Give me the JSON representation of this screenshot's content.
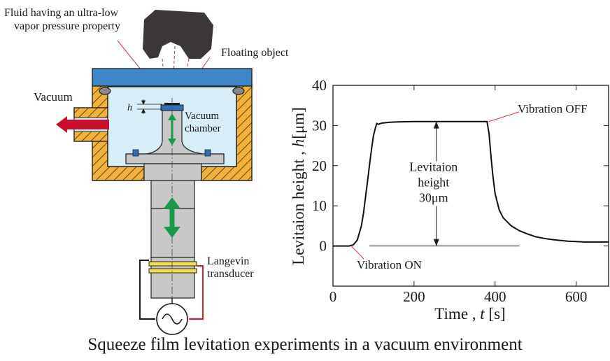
{
  "diagram": {
    "labels": {
      "fluid_line1": "Fluid having an ultra-low",
      "fluid_line2": "vapor pressure property",
      "floating_object": "Floating object",
      "vacuum": "Vacuum",
      "h": "h",
      "vacuum_chamber_line1": "Vacuum",
      "vacuum_chamber_line2": "chamber",
      "langevin_line1": "Langevin",
      "langevin_line2": "transducer"
    },
    "colors": {
      "lid_blue": "#3f86c8",
      "chamber_fill": "#d7eef8",
      "hatch_orange": "#f2b13a",
      "arrow_green": "#1a9a48",
      "vacuum_arrow_red": "#c8102e",
      "transducer_yellow": "#f3e04a",
      "metal_gray": "#c8c8c8",
      "wire_red": "#d4202c",
      "object_dark": "#3b3738"
    }
  },
  "chart_data": {
    "type": "line",
    "title": "",
    "xlabel_main": "Time",
    "xlabel_var": "t",
    "xlabel_unit": "[s]",
    "ylabel_main": "Levitaion height",
    "ylabel_var": "h",
    "ylabel_unit": "[μm]",
    "xlim": [
      0,
      680
    ],
    "ylim": [
      -10,
      40
    ],
    "xticks": [
      0,
      200,
      400,
      600
    ],
    "yticks": [
      0,
      10,
      20,
      30,
      40
    ],
    "grid": false,
    "series": [
      {
        "x": [
          0,
          20,
          40,
          50,
          60,
          70,
          75,
          80,
          85,
          90,
          95,
          100,
          105,
          108,
          112,
          120,
          140,
          160,
          200,
          250,
          300,
          350,
          380,
          385,
          390,
          395,
          400,
          410,
          420,
          440,
          460,
          480,
          500,
          520,
          540,
          560,
          580,
          600,
          620,
          640,
          660,
          680
        ],
        "y": [
          0,
          0,
          0,
          0.3,
          1.5,
          5,
          8,
          12,
          16,
          20,
          24,
          27.5,
          29.5,
          30.5,
          30.3,
          30.6,
          30.8,
          30.9,
          31,
          31,
          31,
          31,
          31,
          28,
          22,
          17,
          13,
          9,
          7,
          5,
          3.8,
          3,
          2.3,
          1.9,
          1.6,
          1.4,
          1.2,
          1.1,
          1.0,
          1.0,
          1.0,
          1.0
        ]
      }
    ],
    "annotations": {
      "vibration_off": "Vibration OFF",
      "vibration_on": "Vibration ON",
      "height_line1": "Levitaion",
      "height_line2": "height",
      "height_line3": "30μm"
    },
    "markers": {
      "off_point": [
        385,
        31
      ],
      "on_point": [
        45,
        0
      ],
      "baseline_from": 90,
      "baseline_to": 460,
      "height_arrow_x": 255
    }
  },
  "caption": "Squeeze film levitation experiments in a vacuum environment"
}
